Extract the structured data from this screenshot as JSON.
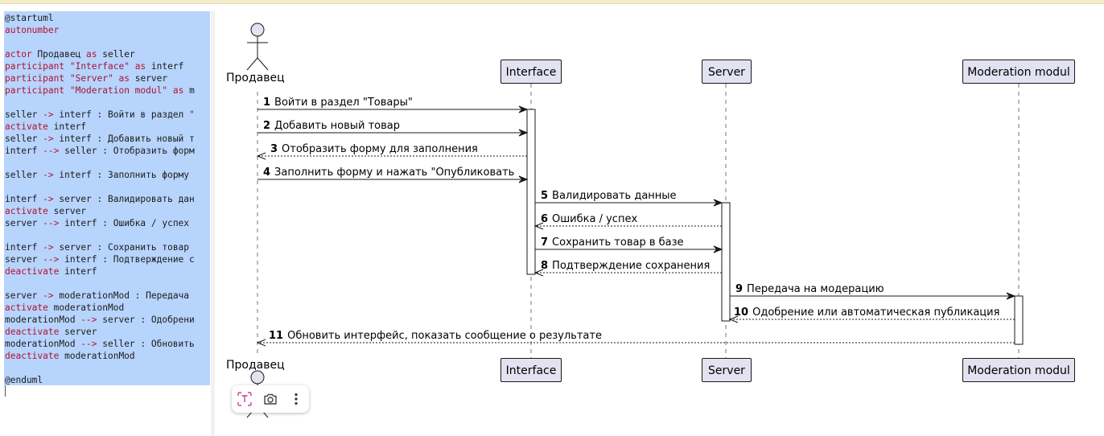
{
  "editor": {
    "lines": [
      {
        "segs": [
          {
            "t": "@startuml",
            "k": "plain"
          }
        ]
      },
      {
        "segs": [
          {
            "t": "autonumber",
            "k": "kw"
          }
        ]
      },
      {
        "segs": []
      },
      {
        "segs": [
          {
            "t": "actor",
            "k": "kw"
          },
          {
            "t": " Продавец ",
            "k": "plain"
          },
          {
            "t": "as",
            "k": "kw"
          },
          {
            "t": " seller",
            "k": "plain"
          }
        ]
      },
      {
        "segs": [
          {
            "t": "participant",
            "k": "kw"
          },
          {
            "t": " ",
            "k": "plain"
          },
          {
            "t": "\"Interface\"",
            "k": "str"
          },
          {
            "t": " ",
            "k": "plain"
          },
          {
            "t": "as",
            "k": "kw"
          },
          {
            "t": " interf",
            "k": "plain"
          }
        ]
      },
      {
        "segs": [
          {
            "t": "participant",
            "k": "kw"
          },
          {
            "t": " ",
            "k": "plain"
          },
          {
            "t": "\"Server\"",
            "k": "str"
          },
          {
            "t": " ",
            "k": "plain"
          },
          {
            "t": "as",
            "k": "kw"
          },
          {
            "t": " server",
            "k": "plain"
          }
        ]
      },
      {
        "segs": [
          {
            "t": "participant",
            "k": "kw"
          },
          {
            "t": " ",
            "k": "plain"
          },
          {
            "t": "\"Moderation modul\"",
            "k": "str"
          },
          {
            "t": " ",
            "k": "plain"
          },
          {
            "t": "as",
            "k": "kw"
          },
          {
            "t": " m",
            "k": "plain"
          }
        ]
      },
      {
        "segs": []
      },
      {
        "segs": [
          {
            "t": "seller ",
            "k": "plain"
          },
          {
            "t": "->",
            "k": "kw"
          },
          {
            "t": " interf : Войти в раздел ",
            "k": "plain"
          },
          {
            "t": "\"",
            "k": "str"
          }
        ]
      },
      {
        "segs": [
          {
            "t": "activate",
            "k": "kw"
          },
          {
            "t": " interf",
            "k": "plain"
          }
        ]
      },
      {
        "segs": [
          {
            "t": "seller ",
            "k": "plain"
          },
          {
            "t": "->",
            "k": "kw"
          },
          {
            "t": " interf : Добавить новый т",
            "k": "plain"
          }
        ]
      },
      {
        "segs": [
          {
            "t": "interf ",
            "k": "plain"
          },
          {
            "t": "-->",
            "k": "kw"
          },
          {
            "t": " seller : Отобразить форм",
            "k": "plain"
          }
        ]
      },
      {
        "segs": []
      },
      {
        "segs": [
          {
            "t": "seller ",
            "k": "plain"
          },
          {
            "t": "->",
            "k": "kw"
          },
          {
            "t": " interf : Заполнить форму",
            "k": "plain"
          }
        ]
      },
      {
        "segs": []
      },
      {
        "segs": [
          {
            "t": "interf ",
            "k": "plain"
          },
          {
            "t": "->",
            "k": "kw"
          },
          {
            "t": " server : Валидировать дан",
            "k": "plain"
          }
        ]
      },
      {
        "segs": [
          {
            "t": "activate",
            "k": "kw"
          },
          {
            "t": " server",
            "k": "plain"
          }
        ]
      },
      {
        "segs": [
          {
            "t": "server ",
            "k": "plain"
          },
          {
            "t": "-->",
            "k": "kw"
          },
          {
            "t": " interf : Ошибка / успех",
            "k": "plain"
          }
        ]
      },
      {
        "segs": []
      },
      {
        "segs": [
          {
            "t": "interf ",
            "k": "plain"
          },
          {
            "t": "->",
            "k": "kw"
          },
          {
            "t": " server : Сохранить товар",
            "k": "plain"
          }
        ]
      },
      {
        "segs": [
          {
            "t": "server ",
            "k": "plain"
          },
          {
            "t": "-->",
            "k": "kw"
          },
          {
            "t": " interf : Подтверждение с",
            "k": "plain"
          }
        ]
      },
      {
        "segs": [
          {
            "t": "deactivate",
            "k": "kw"
          },
          {
            "t": " interf",
            "k": "plain"
          }
        ]
      },
      {
        "segs": []
      },
      {
        "segs": [
          {
            "t": "server ",
            "k": "plain"
          },
          {
            "t": "->",
            "k": "kw"
          },
          {
            "t": " moderationMod : Передача",
            "k": "plain"
          }
        ]
      },
      {
        "segs": [
          {
            "t": "activate",
            "k": "kw"
          },
          {
            "t": " moderationMod",
            "k": "plain"
          }
        ]
      },
      {
        "segs": [
          {
            "t": "moderationMod ",
            "k": "plain"
          },
          {
            "t": "-->",
            "k": "kw"
          },
          {
            "t": " server : Одобрени",
            "k": "plain"
          }
        ]
      },
      {
        "segs": [
          {
            "t": "deactivate",
            "k": "kw"
          },
          {
            "t": " server",
            "k": "plain"
          }
        ]
      },
      {
        "segs": [
          {
            "t": "moderationMod ",
            "k": "plain"
          },
          {
            "t": "-->",
            "k": "kw"
          },
          {
            "t": " seller : Обновить",
            "k": "plain"
          }
        ]
      },
      {
        "segs": [
          {
            "t": "deactivate",
            "k": "kw"
          },
          {
            "t": " moderationMod",
            "k": "plain"
          }
        ]
      },
      {
        "segs": []
      },
      {
        "segs": [
          {
            "t": "@enduml",
            "k": "plain"
          }
        ]
      }
    ]
  },
  "diagram": {
    "actor_label": "Продавец",
    "participants": [
      {
        "id": "interf",
        "label": "Interface"
      },
      {
        "id": "server",
        "label": "Server"
      },
      {
        "id": "moderation",
        "label": "Moderation modul"
      }
    ],
    "messages": [
      {
        "n": "1",
        "text": "Войти в раздел \"Товары\"",
        "from": "seller",
        "to": "interf",
        "dashed": false
      },
      {
        "n": "2",
        "text": "Добавить новый товар",
        "from": "seller",
        "to": "interf",
        "dashed": false
      },
      {
        "n": "3",
        "text": "Отобразить форму для заполнения",
        "from": "interf",
        "to": "seller",
        "dashed": true
      },
      {
        "n": "4",
        "text": "Заполнить форму и нажать \"Опубликовать",
        "from": "seller",
        "to": "interf",
        "dashed": false
      },
      {
        "n": "5",
        "text": "Валидировать данные",
        "from": "interf",
        "to": "server",
        "dashed": false
      },
      {
        "n": "6",
        "text": "Ошибка / успех",
        "from": "server",
        "to": "interf",
        "dashed": true
      },
      {
        "n": "7",
        "text": "Сохранить товар в базе",
        "from": "interf",
        "to": "server",
        "dashed": false
      },
      {
        "n": "8",
        "text": "Подтверждение сохранения",
        "from": "server",
        "to": "interf",
        "dashed": true
      },
      {
        "n": "9",
        "text": "Передача на модерацию",
        "from": "server",
        "to": "moderation",
        "dashed": false
      },
      {
        "n": "10",
        "text": "Одобрение или автоматическая публикация",
        "from": "moderation",
        "to": "server",
        "dashed": true
      },
      {
        "n": "11",
        "text": "Обновить интерфейс, показать сообщение о результате",
        "from": "moderation",
        "to": "seller",
        "dashed": true
      }
    ]
  },
  "toolbar": {
    "icons": [
      "text-recognition-icon",
      "camera-icon",
      "more-vert-icon"
    ]
  },
  "colors": {
    "editor_bg": "#b7d4fd",
    "keyword": "#b3122f",
    "participant_fill": "#e2e2f0",
    "activation_fill": "#ffffff"
  }
}
